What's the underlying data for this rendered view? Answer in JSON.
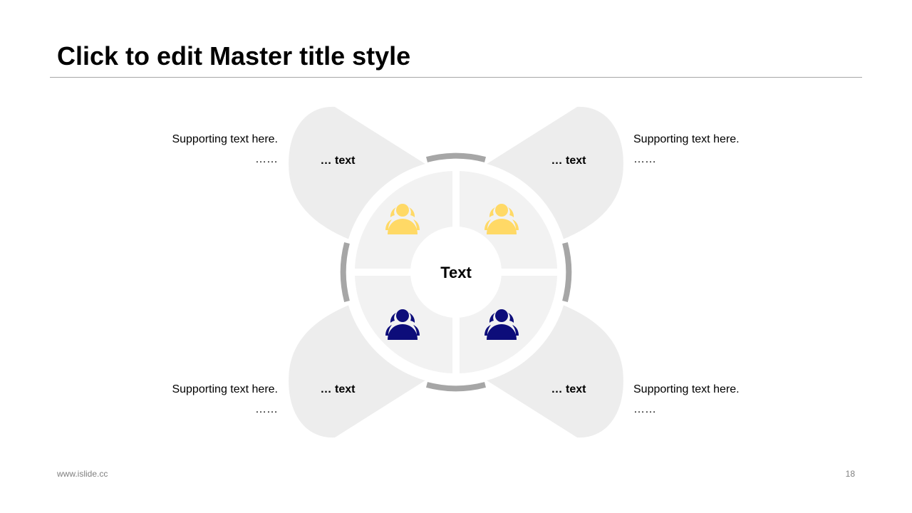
{
  "slide": {
    "title": "Click to edit Master title style",
    "footer_url": "www.islide.cc",
    "page_number": "18"
  },
  "diagram": {
    "center_label": "Text",
    "petals": [
      {
        "position": "top-left",
        "label": "… text",
        "icon": "people-icon",
        "icon_color": "#FFD966"
      },
      {
        "position": "top-right",
        "label": "… text",
        "icon": "people-icon",
        "icon_color": "#FFD966"
      },
      {
        "position": "bottom-left",
        "label": "… text",
        "icon": "people-icon",
        "icon_color": "#0D0D7A"
      },
      {
        "position": "bottom-right",
        "label": "… text",
        "icon": "people-icon",
        "icon_color": "#0D0D7A"
      }
    ],
    "supporting": [
      {
        "position": "top-left",
        "text": "Supporting text here.",
        "dots": "……"
      },
      {
        "position": "top-right",
        "text": "Supporting text here.",
        "dots": "……"
      },
      {
        "position": "bottom-left",
        "text": "Supporting text here.",
        "dots": "……"
      },
      {
        "position": "bottom-right",
        "text": "Supporting text here.",
        "dots": "……"
      }
    ]
  },
  "colors": {
    "petal_fill": "#EDEDED",
    "quadrant_fill": "#F2F2F2",
    "arc_stroke": "#A6A6A6",
    "accent_yellow": "#FFD966",
    "accent_navy": "#0D0D7A"
  }
}
